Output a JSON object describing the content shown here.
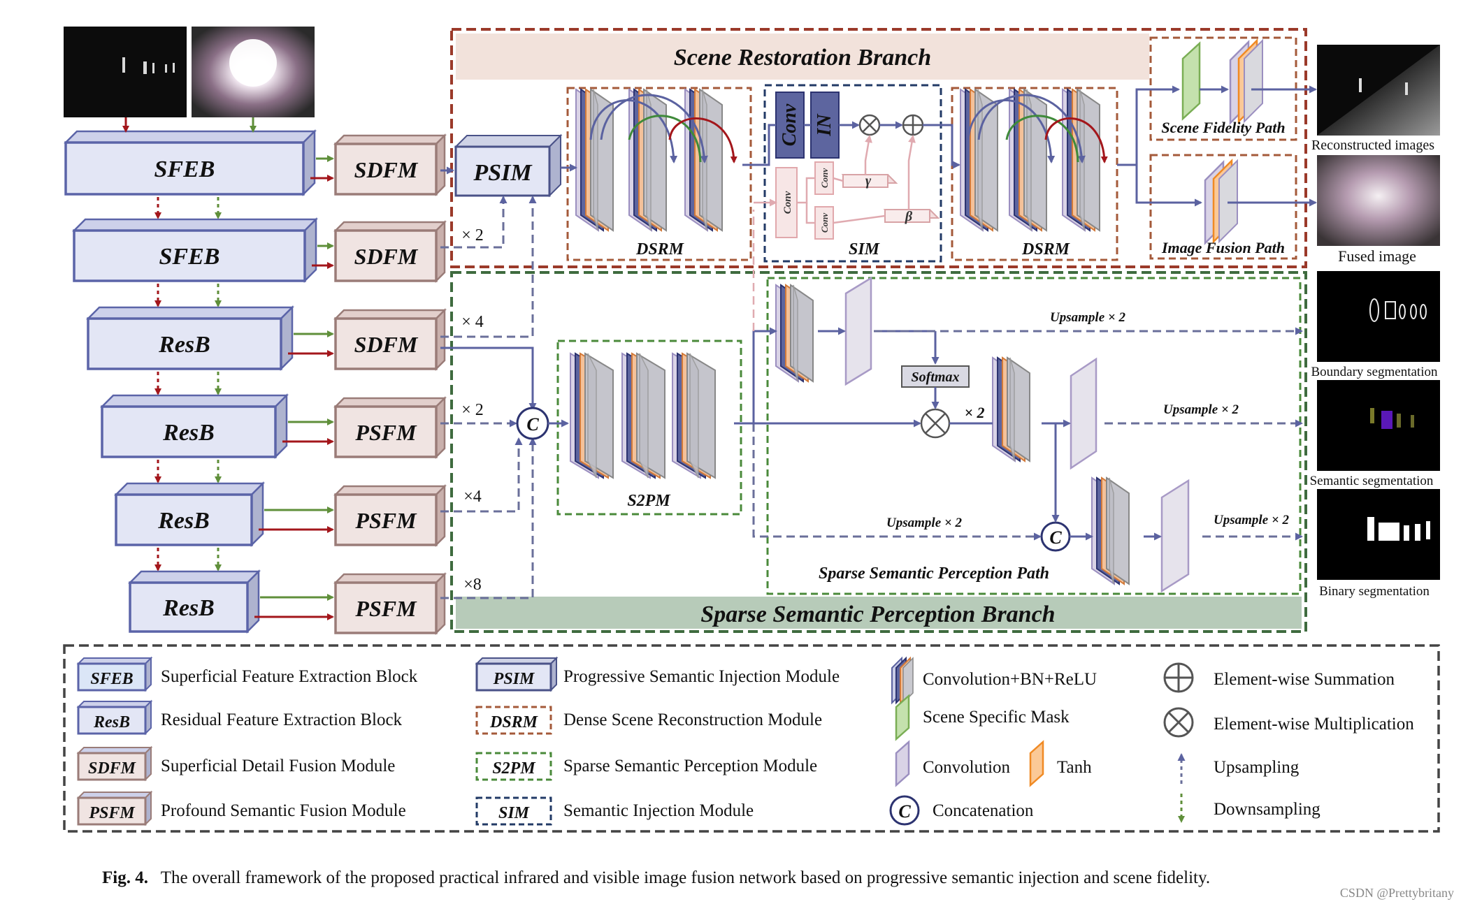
{
  "branches": {
    "restoration": "Scene Restoration Branch",
    "perception": "Sparse Semantic Perception Branch"
  },
  "encoder": {
    "blocks": [
      "SFEB",
      "SFEB",
      "ResB",
      "ResB",
      "ResB",
      "ResB"
    ],
    "fusion": [
      "SDFM",
      "SDFM",
      "SDFM",
      "PSFM",
      "PSFM",
      "PSFM"
    ],
    "multipliers": [
      "× 2",
      "× 4",
      "× 2",
      "×4",
      "×8"
    ]
  },
  "modules": {
    "psim": "PSIM",
    "dsrm1": "DSRM",
    "dsrm2": "DSRM",
    "sim": "SIM",
    "conv_big": "Conv",
    "in_big": "IN",
    "conv_small_a": "Conv",
    "conv_small_b": "Conv",
    "conv_small_c": "Conv",
    "gamma": "γ",
    "beta": "β",
    "s2pm": "S2PM",
    "softmax": "Softmax",
    "concat": "C",
    "mult_x2": "× 2"
  },
  "paths": {
    "scene_fidelity": "Scene Fidelity Path",
    "image_fusion": "Image Fusion Path",
    "sparse_semantic": "Sparse Semantic Perception Path",
    "upsample_1": "Upsample × 2",
    "upsample_2": "Upsample × 2",
    "upsample_3": "Upsample × 2",
    "upsample_4": "Upsample × 2"
  },
  "outputs": [
    "Reconstructed images",
    "Fused image",
    "Boundary segmentation",
    "Semantic segmentation",
    "Binary segmentation"
  ],
  "legend": {
    "col1": [
      {
        "abbr": "SFEB",
        "desc": "Superficial Feature Extraction Block"
      },
      {
        "abbr": "ResB",
        "desc": "Residual Feature Extraction Block"
      },
      {
        "abbr": "SDFM",
        "desc": "Superficial Detail Fusion Module"
      },
      {
        "abbr": "PSFM",
        "desc": "Profound Semantic Fusion Module"
      }
    ],
    "col2": [
      {
        "abbr": "PSIM",
        "desc": "Progressive Semantic Injection Module"
      },
      {
        "abbr": "DSRM",
        "desc": "Dense Scene Reconstruction Module"
      },
      {
        "abbr": "S2PM",
        "desc": "Sparse Semantic Perception Module"
      },
      {
        "abbr": "SIM",
        "desc": "Semantic Injection Module"
      }
    ],
    "col3": {
      "conv_bn_relu": "Convolution+BN+ReLU",
      "mask": "Scene Specific Mask",
      "conv": "Convolution",
      "tanh": "Tanh",
      "concat_symbol": "C",
      "concat": "Concatenation"
    },
    "col4": {
      "sum": "Element-wise Summation",
      "mult": "Element-wise Multiplication",
      "up": "Upsampling",
      "down": "Downsampling"
    }
  },
  "caption": {
    "label": "Fig. 4.",
    "text": "The overall framework of the proposed practical infrared and visible image fusion network based on progressive semantic injection and scene fidelity."
  },
  "watermark": "CSDN @Prettybritany",
  "colors": {
    "restoration_border": "#9b3a2a",
    "restoration_header": "#f2e2db",
    "perception_border": "#3f6b3f",
    "perception_footer": "#b7cbb9",
    "block_fill": "#e3e6f5",
    "block_stroke": "#5b64a8",
    "fusion_fill": "#f0e4e2",
    "fusion_stroke": "#9a7c78",
    "green_arrow": "#5f8f3a",
    "red_arrow": "#a3161b",
    "dash_arrow": "#6a6f9a"
  }
}
